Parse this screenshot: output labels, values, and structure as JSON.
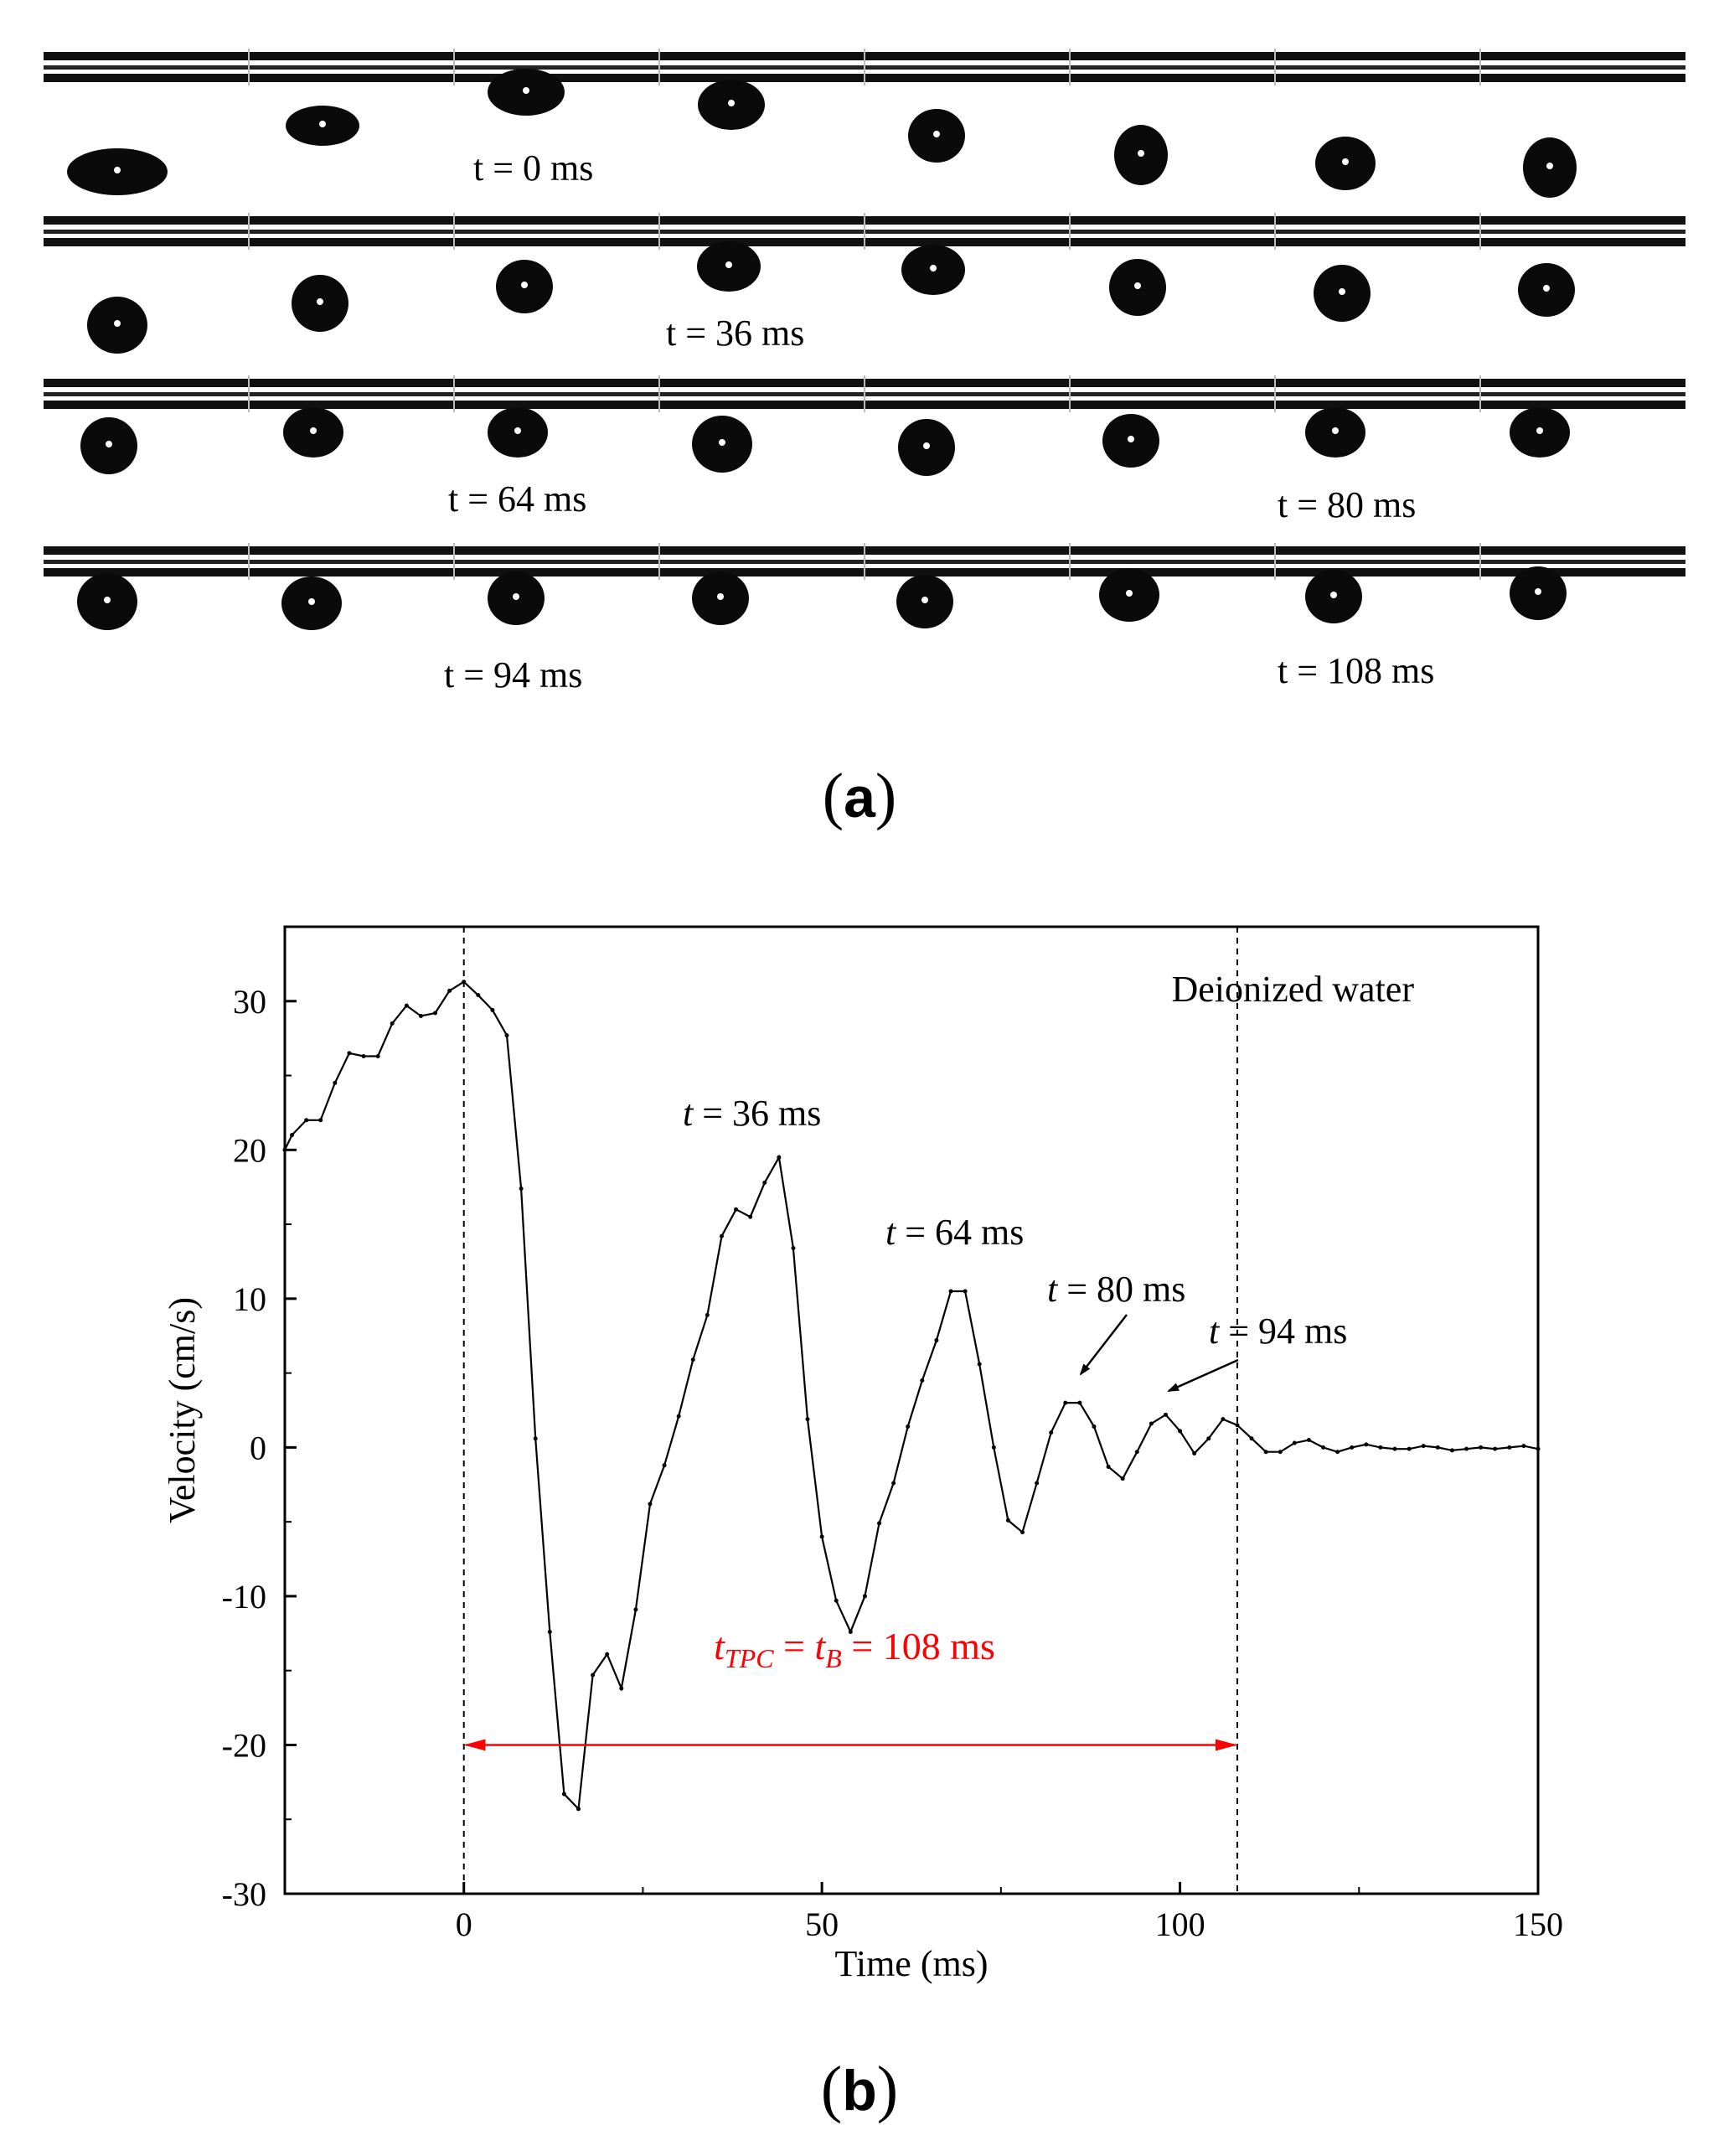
{
  "panel_a": {
    "label": "a",
    "strip_labels": [
      "t = 0 ms",
      "t = 36 ms",
      "t = 64 ms",
      "t = 80 ms",
      "t = 94 ms",
      "t = 108 ms"
    ],
    "frames_per_strip": 8,
    "strips": 4
  },
  "panel_b": {
    "label": "b"
  },
  "chart_data": {
    "type": "line",
    "title": "",
    "xlabel": "Time (ms)",
    "ylabel": "Velocity (cm/s)",
    "xlim": [
      -25,
      150
    ],
    "ylim": [
      -30,
      35
    ],
    "x_ticks": [
      0,
      50,
      100,
      150
    ],
    "y_ticks": [
      -30,
      -20,
      -10,
      0,
      10,
      20,
      30
    ],
    "grid": false,
    "legend_text": "Deionized water",
    "legend_position": "top-right",
    "series": [
      {
        "x": [
          -25,
          -24,
          -22,
          -20,
          -18,
          -16,
          -14,
          -12,
          -10,
          -8,
          -6,
          -4,
          -2,
          0,
          2,
          4,
          6,
          8,
          10,
          12,
          14,
          16,
          18,
          20,
          22,
          24,
          26,
          28,
          30,
          32,
          34,
          36,
          38,
          40,
          42,
          44,
          46,
          48,
          50,
          52,
          54,
          56,
          58,
          60,
          62,
          64,
          66,
          68,
          70,
          72,
          74,
          76,
          78,
          80,
          82,
          84,
          86,
          88,
          90,
          92,
          94,
          96,
          98,
          100,
          102,
          104,
          106,
          108,
          110,
          112,
          114,
          116,
          118,
          120,
          122,
          124,
          126,
          128,
          130,
          132,
          134,
          136,
          138,
          140,
          142,
          144,
          146,
          148,
          150
        ],
        "y": [
          20,
          21,
          22,
          22,
          24.5,
          26.5,
          26.3,
          26.3,
          28.5,
          29.7,
          29.0,
          29.2,
          30.7,
          31.3,
          30.4,
          29.4,
          27.7,
          17.4,
          0.6,
          -12.4,
          -23.3,
          -24.3,
          -15.3,
          -13.9,
          -16.2,
          -10.9,
          -3.8,
          -1.2,
          2.1,
          5.9,
          8.9,
          14.2,
          16.0,
          15.5,
          17.8,
          19.5,
          13.4,
          1.9,
          -6.0,
          -10.3,
          -12.4,
          -10.0,
          -5.1,
          -2.4,
          1.4,
          4.5,
          7.2,
          10.5,
          10.5,
          5.6,
          0.0,
          -4.9,
          -5.7,
          -2.4,
          1.0,
          3.0,
          3.0,
          1.4,
          -1.3,
          -2.1,
          -0.3,
          1.6,
          2.2,
          1.1,
          -0.4,
          0.6,
          1.9,
          1.5,
          0.6,
          -0.3,
          -0.3,
          0.3,
          0.5,
          0.0,
          -0.3,
          0.0,
          0.2,
          0.0,
          -0.1,
          -0.1,
          0.1,
          0.0,
          -0.2,
          -0.1,
          0.0,
          -0.1,
          0.0,
          0.1,
          -0.1
        ]
      }
    ],
    "annotations": [
      {
        "text_italic": "t",
        "text": " = 36 ms",
        "at_x": 44,
        "at_y": 19.5
      },
      {
        "text_italic": "t",
        "text": " = 64 ms",
        "at_x": 69,
        "at_y": 10.5
      },
      {
        "text_italic": "t",
        "text": " = 80 ms",
        "at_x": 85,
        "at_y": 3.0
      },
      {
        "text_italic": "t",
        "text": " = 94 ms",
        "at_x": 98,
        "at_y": 2.2
      }
    ],
    "vlines": [
      0,
      108
    ],
    "range_arrow": {
      "from_x": 0,
      "to_x": 108,
      "y": -20,
      "parts": {
        "t1": "t",
        "s1": "TPC",
        "eq1": " = ",
        "t2": "t",
        "s2": "B",
        "rest": " = 108 ms"
      },
      "color": "#ff0000"
    },
    "line_color": "#000000"
  }
}
